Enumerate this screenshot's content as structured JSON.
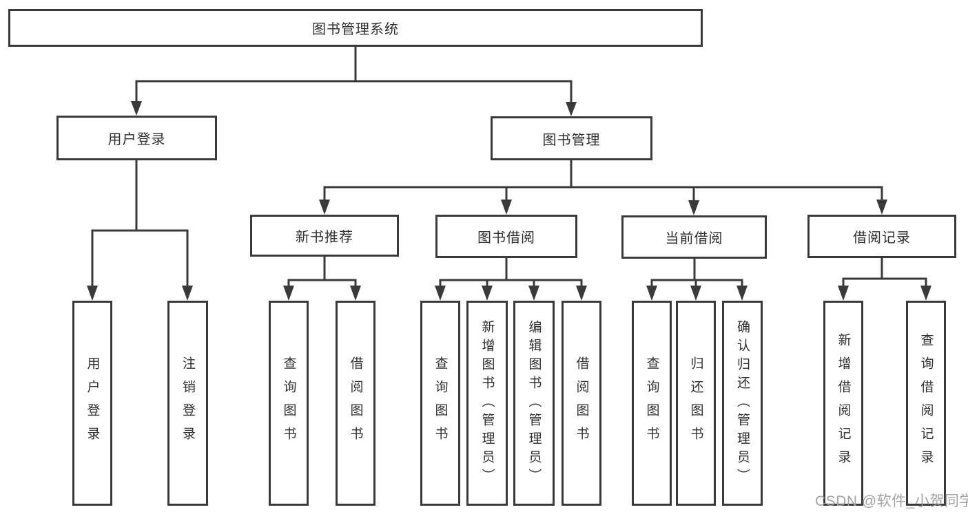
{
  "colors": {
    "line": "#3a3a3a",
    "text": "#2f2f2f",
    "box_background": "#ffffff",
    "page_background": "#ffffff",
    "watermark": "#9e9ea3"
  },
  "watermark": "CSDN @软件_小贺同学",
  "diagram": {
    "root": {
      "label": "图书管理系统"
    },
    "branches": [
      {
        "label": "用户登录",
        "leaves": [
          "用户登录",
          "注销登录"
        ]
      },
      {
        "label": "图书管理",
        "children": [
          {
            "label": "新书推荐",
            "leaves": [
              "查询图书",
              "借阅图书"
            ]
          },
          {
            "label": "图书借阅",
            "leaves": [
              "查询图书",
              "新增图书（管理员）",
              "编辑图书（管理员）",
              "借阅图书"
            ]
          },
          {
            "label": "当前借阅",
            "leaves": [
              "查询图书",
              "归还图书",
              "确认归还（管理员）"
            ]
          },
          {
            "label": "借阅记录",
            "leaves": [
              "新增借阅记录",
              "查询借阅记录"
            ]
          }
        ]
      }
    ]
  }
}
